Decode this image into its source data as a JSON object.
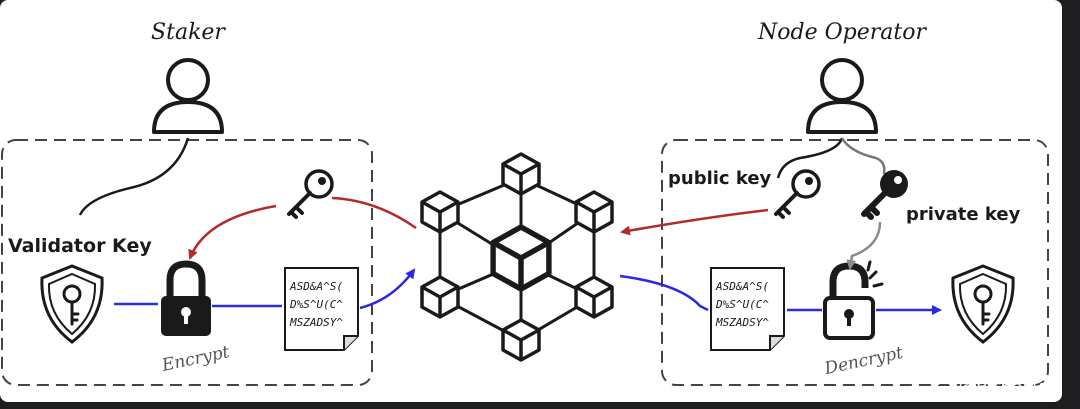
{
  "roles": {
    "staker": "Staker",
    "node_operator": "Node Operator"
  },
  "labels": {
    "validator_key": "Validator Key",
    "public_key": "public key",
    "private_key": "private key",
    "encrypt": "Encrypt",
    "decrypt": "Dencrypt"
  },
  "ciphertext_left": [
    "ASD&A^S(",
    "D%S^U(C^",
    "MSZADSY^"
  ],
  "ciphertext_right": [
    "ASD&A^S(",
    "D%S^U(C^",
    "MSZADSY^"
  ],
  "watermark": "@BitKelly",
  "colors": {
    "background": "#1e1e20",
    "panel": "#ffffff",
    "stroke": "#1a1a1a",
    "red_arrow": "#b22a2a",
    "blue_arrow": "#2a2ae0",
    "gray_arrow": "#8a8a8a"
  },
  "icons": [
    "user-icon",
    "shield-key-icon",
    "lock-closed-icon",
    "lock-open-icon",
    "key-icon",
    "blockchain-network-icon",
    "document-icon"
  ]
}
